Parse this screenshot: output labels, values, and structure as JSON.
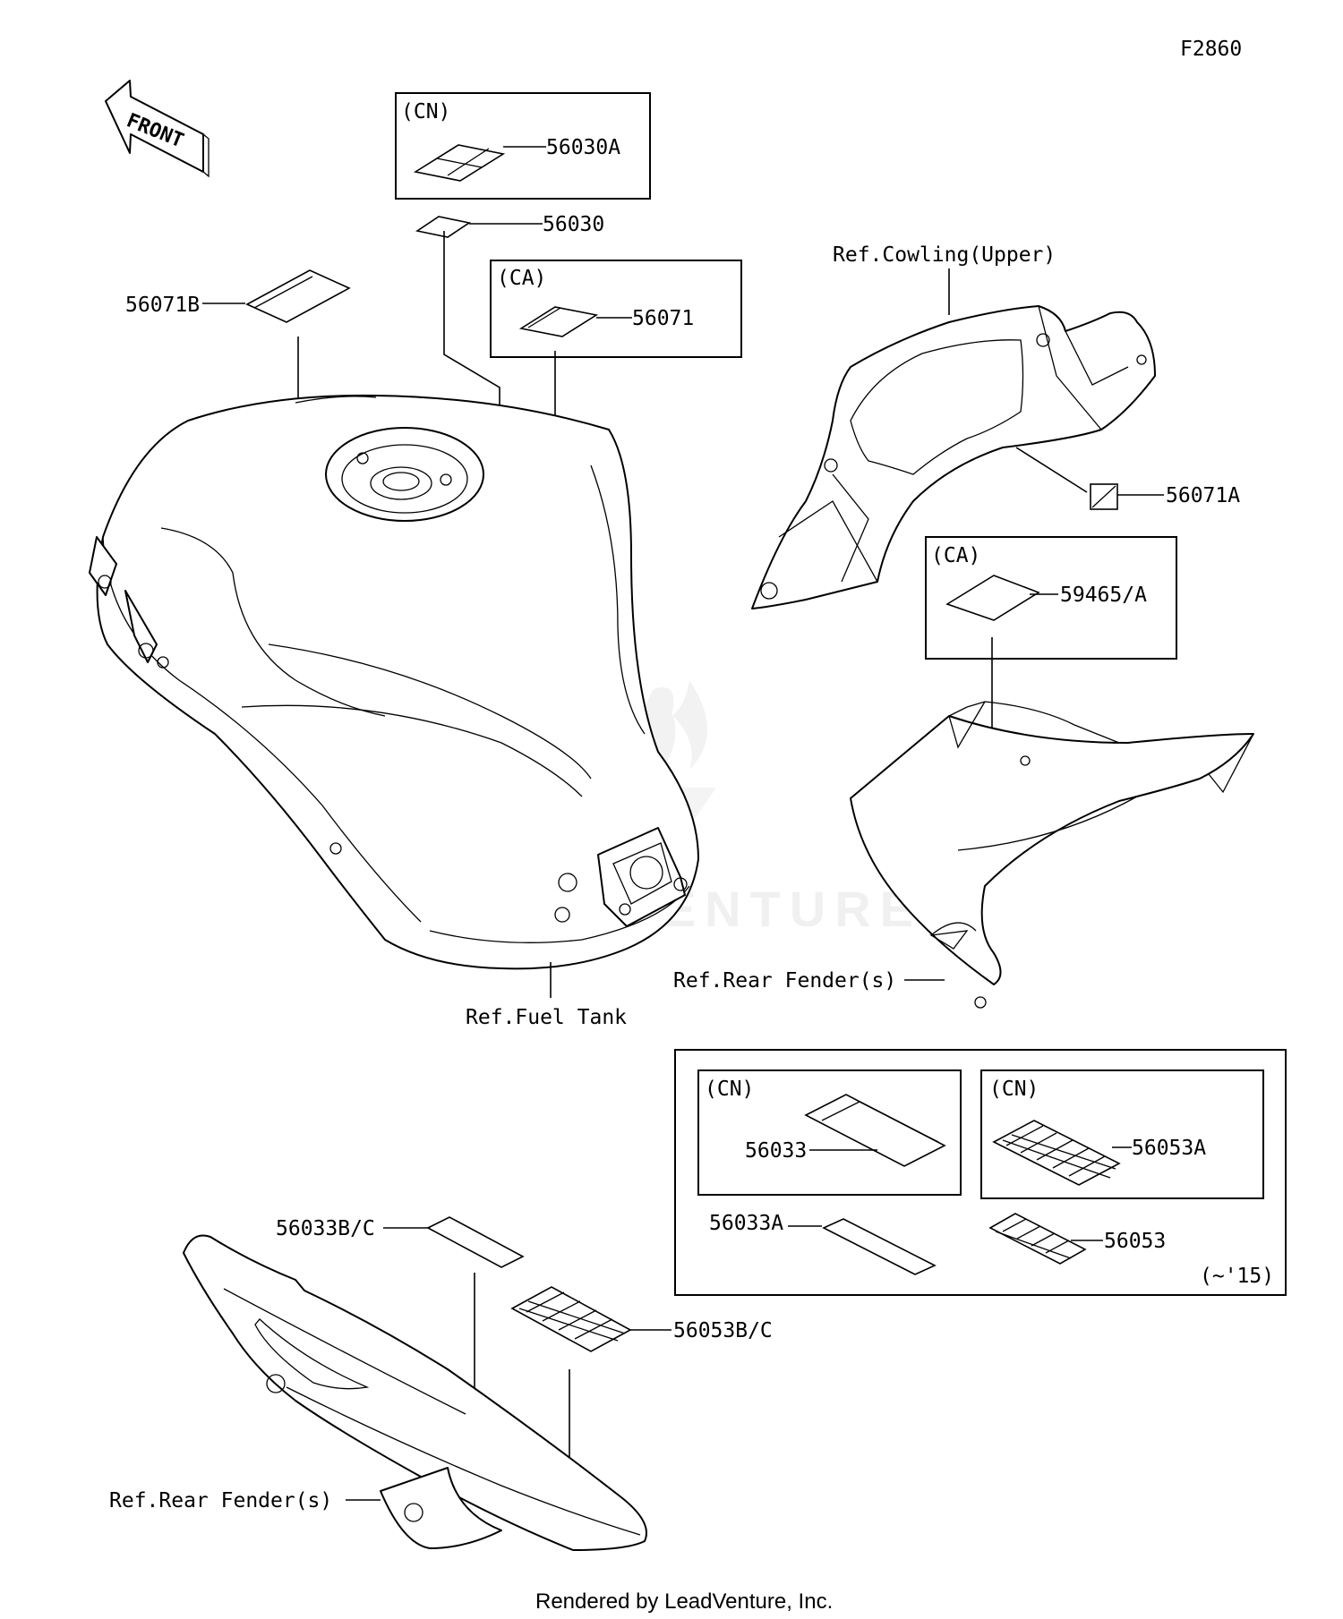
{
  "diagram_code": "F2860",
  "front_arrow": {
    "label": "FRONT",
    "icon": "front-arrow-icon"
  },
  "callouts": {
    "p56030A": "56030A",
    "p56030": "56030",
    "p56071B": "56071B",
    "p56071": "56071",
    "p56071A": "56071A",
    "p59465A": "59465/A",
    "p56033": "56033",
    "p56053A": "56053A",
    "p56033A": "56033A",
    "p56053": "56053",
    "p56033BC": "56033B/C",
    "p56053BC": "56053B/C"
  },
  "region_tags": {
    "cn_top": "(CN)",
    "ca_56071": "(CA)",
    "ca_59465": "(CA)",
    "cn_56033": "(CN)",
    "cn_56053A": "(CN)",
    "year_range": "(~'15)"
  },
  "references": {
    "cowling_upper": "Ref.Cowling(Upper)",
    "fuel_tank": "Ref.Fuel Tank",
    "rear_fender_right": "Ref.Rear Fender(s)",
    "rear_fender_left": "Ref.Rear Fender(s)"
  },
  "watermark": "LEADVENTURE",
  "footer": "Rendered by LeadVenture, Inc."
}
